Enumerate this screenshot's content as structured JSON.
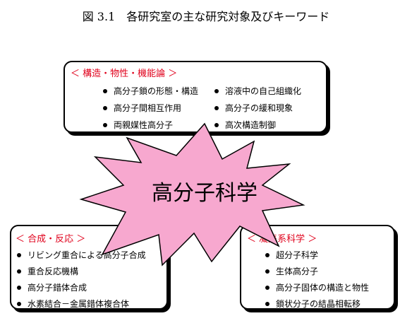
{
  "caption": "図 3.1　各研究室の主な研究対象及びキーワード",
  "center_label": "高分子科学",
  "colors": {
    "burst_fill": "#f7a8cf",
    "title_red": "#e0001b"
  },
  "top_box": {
    "title": "＜ 構造・物性・機能論 ＞",
    "left_items": [
      "高分子鎖の形態・構造",
      "高分子間相互作用",
      "両親媒性高分子"
    ],
    "right_items": [
      "溶液中の自己組織化",
      "高分子の緩和現象",
      "高次構造制御"
    ]
  },
  "left_box": {
    "title": "＜ 合成・反応 ＞",
    "items": [
      "リビング重合による高分子合成",
      "重合反応機構",
      "高分子錯体合成",
      "水素結合－金属錯体複合体"
    ]
  },
  "right_box": {
    "title": "＜ 凝集系科学 ＞",
    "items": [
      "超分子科学",
      "生体高分子",
      "高分子固体の構造と物性",
      "鎖状分子の結晶相転移"
    ]
  }
}
